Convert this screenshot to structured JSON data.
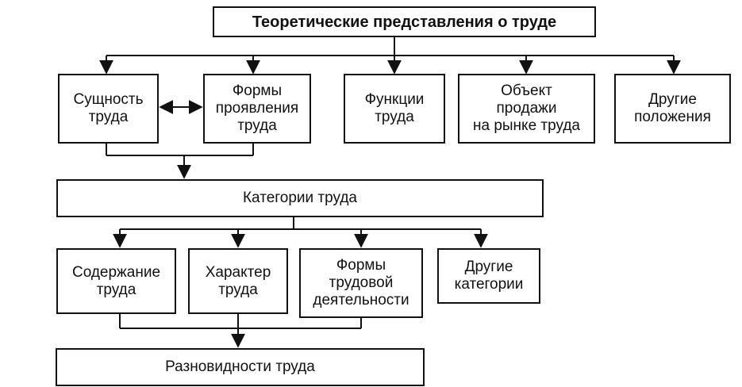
{
  "diagram": {
    "title": "Теоретические представления о труде",
    "level1": {
      "essence": "Сущность\nтруда",
      "forms_of_manifestation": "Формы\nпроявления\nтруда",
      "functions": "Функции\nтруда",
      "object_of_sale": "Объект\nпродажи\nна рынке труда",
      "other_provisions": "Другие\nположения"
    },
    "categories": "Категории труда",
    "level3": {
      "content": "Содержание\nтруда",
      "character": "Характер\nтруда",
      "forms_of_activity": "Формы\nтрудовой\nдеятельности",
      "other_categories": "Другие\nкатегории"
    },
    "varieties": "Разновидности труда"
  }
}
